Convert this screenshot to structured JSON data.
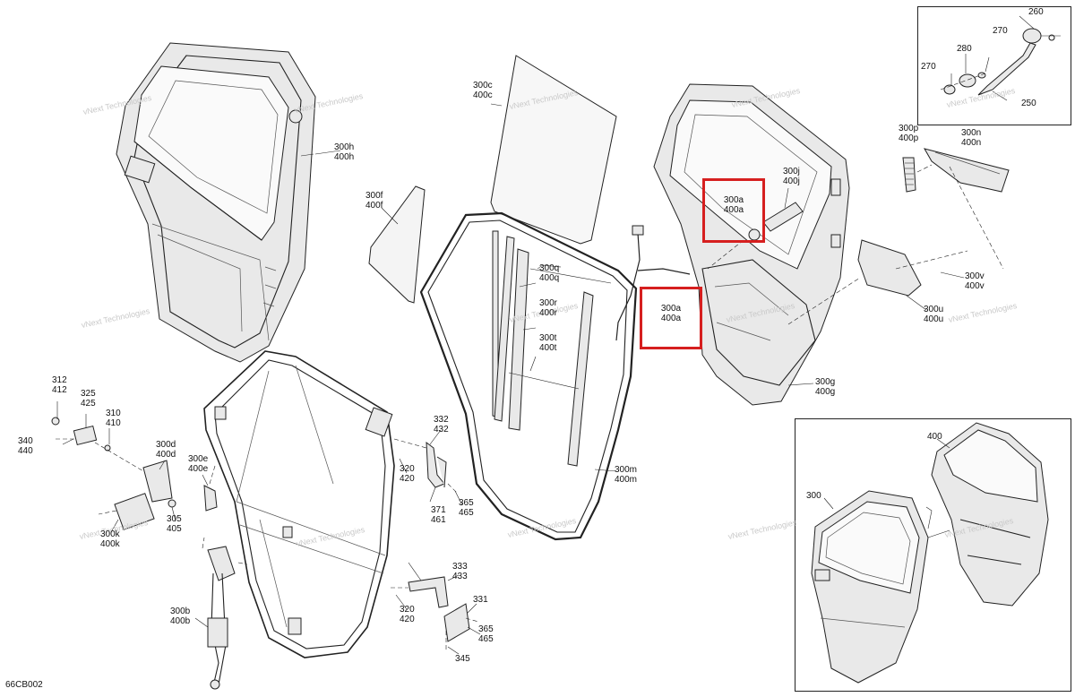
{
  "diagram": {
    "ref_code": "66CB002",
    "watermark": "vNext Technologies",
    "highlight_color": "#d61f1f",
    "callouts": {
      "c260": "260",
      "c270a": "270",
      "c270b": "270",
      "c280": "280",
      "c250": "250",
      "c300h": "300h\n400h",
      "c300c": "300c\n400c",
      "c300f": "300f\n400f",
      "c300j": "300j\n400j",
      "c300p": "300p\n400p",
      "c300n": "300n\n400n",
      "c300a_top": "300a\n400a",
      "c300a_mid": "300a\n400a",
      "c300q": "300q\n400q",
      "c300r": "300r\n400r",
      "c300t": "300t\n400t",
      "c300v": "300v\n400v",
      "c300u": "300u\n400u",
      "c300g": "300g\n400g",
      "c312": "312\n412",
      "c325": "325\n425",
      "c310": "310\n410",
      "c340": "340\n440",
      "c300d": "300d\n400d",
      "c300e": "300e\n400e",
      "c332": "332\n432",
      "c320a": "320\n420",
      "c371": "371\n461",
      "c365a": "365\n465",
      "c300m": "300m\n400m",
      "c305": "305\n405",
      "c300k": "300k\n400k",
      "c300b": "300b\n400b",
      "c333": "333\n433",
      "c331": "331",
      "c320b": "320\n420",
      "c365b": "365\n465",
      "c345": "345",
      "c400": "400",
      "c300": "300"
    }
  }
}
